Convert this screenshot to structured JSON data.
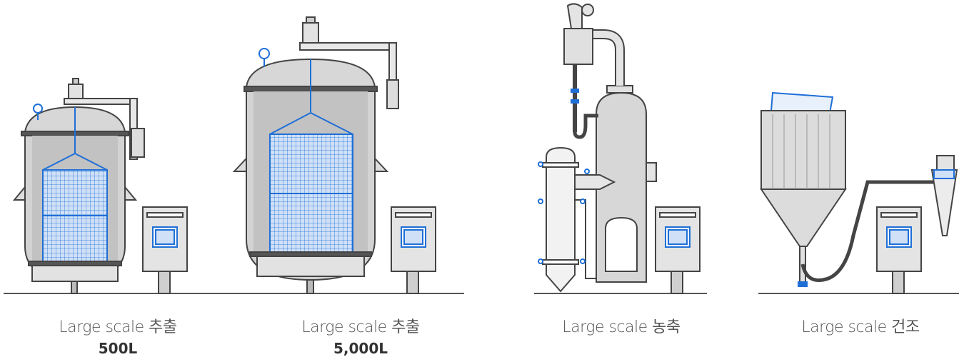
{
  "machines": [
    {
      "label": "Large scale 추출",
      "capacity": "500L"
    },
    {
      "label": "Large scale 추출",
      "capacity": "5,000L"
    },
    {
      "label": "Large scale 농축",
      "capacity": ""
    },
    {
      "label": "Large scale 건조",
      "capacity": ""
    }
  ],
  "colors": {
    "outline": "#444444",
    "body": "#d3d3d3",
    "accent": "#1f6fd6"
  }
}
